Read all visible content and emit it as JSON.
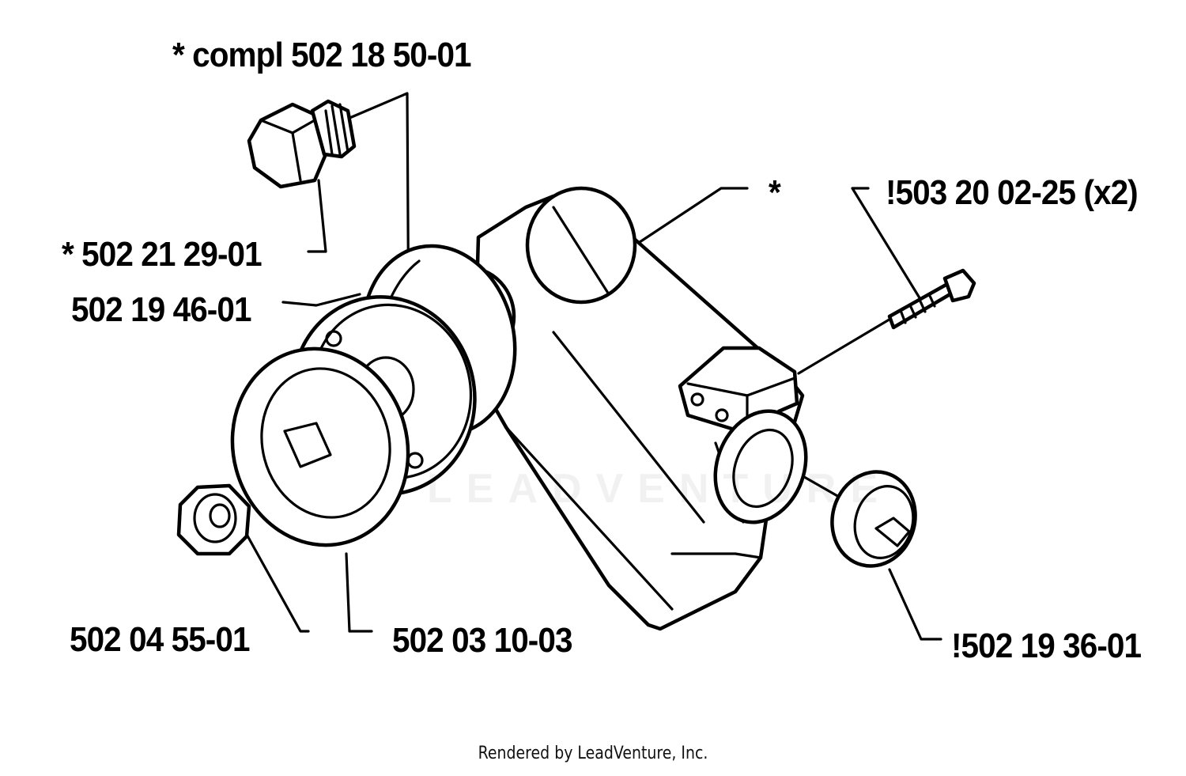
{
  "labels": {
    "assembly": "* compl 502 18 50-01",
    "screw_seal": "* 502 21 29-01",
    "gear_cover": "*",
    "bolt": "!503 20 02-25 (x2)",
    "bearing": "502 19 46-01",
    "nut": "502 04 55-01",
    "flange": "502 03 10-03",
    "cap": "!502 19 36-01"
  },
  "watermark": "LEADVENTURE",
  "footer": "Rendered by LeadVenture, Inc.",
  "colors": {
    "ink": "#000000",
    "paper": "#ffffff"
  }
}
